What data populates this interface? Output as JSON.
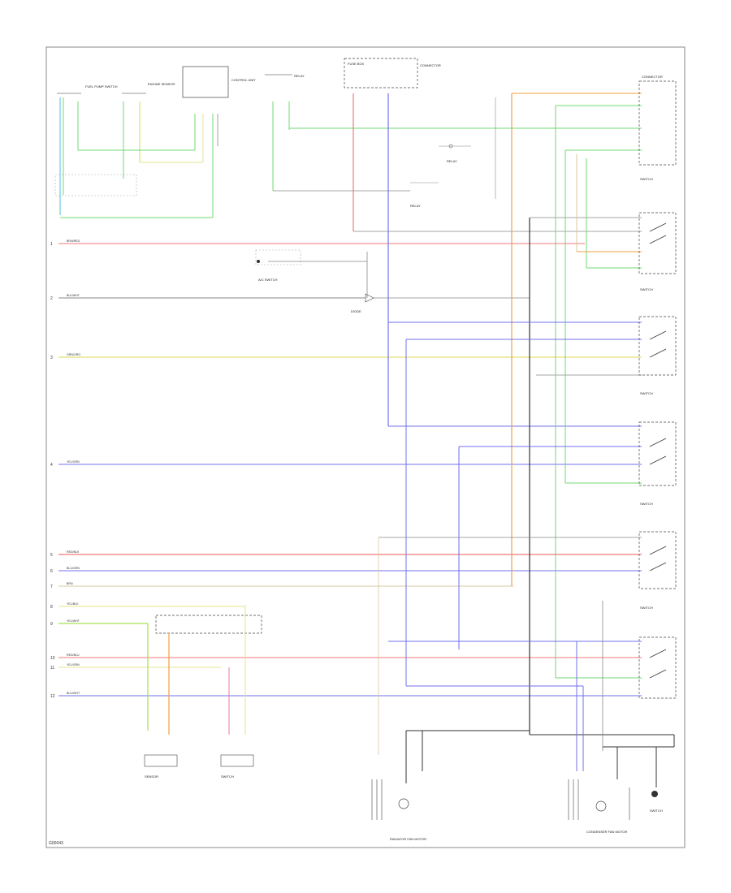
{
  "footer_id": "G00043",
  "colors": {
    "red": "#f07878",
    "blue": "#7070ee",
    "yellow": "#d8d850",
    "green": "#70d870",
    "orange": "#f0a040",
    "gray": "#888888",
    "black": "#333333",
    "pink": "#e87898",
    "tan": "#d8c8a0",
    "lightblue": "#70c8e8"
  },
  "row_wires": [
    {
      "ref": "1",
      "code": "BRN/RED"
    },
    {
      "ref": "2",
      "code": "BLK/WHT"
    },
    {
      "ref": "3",
      "code": "GRN/ORG"
    },
    {
      "ref": "4",
      "code": "YEL/GRN"
    },
    {
      "ref": "5",
      "code": "RED/BLK"
    },
    {
      "ref": "6",
      "code": "BLU/GRN"
    },
    {
      "ref": "7",
      "code": "BRN"
    },
    {
      "ref": "8",
      "code": "YEL/BLK"
    },
    {
      "ref": "9",
      "code": "YEL/WHT"
    },
    {
      "ref": "10",
      "code": "RED/BLU"
    },
    {
      "ref": "11",
      "code": "YEL/GRN"
    },
    {
      "ref": "12",
      "code": "BLU/WHT"
    }
  ],
  "top_components": [
    {
      "id": "c1",
      "label": "FUEL PUMP SWITCH"
    },
    {
      "id": "c2",
      "label": "ENGINE SENSOR"
    },
    {
      "id": "c3",
      "label": "CONTROL UNIT"
    },
    {
      "id": "c4",
      "label": "RELAY"
    },
    {
      "id": "c5",
      "label": "FUSE BOX"
    },
    {
      "id": "c6",
      "label": "CONNECTOR"
    }
  ],
  "right_components": [
    {
      "id": "r1",
      "label": "CONNECTOR"
    },
    {
      "id": "r2",
      "label": "SWITCH"
    },
    {
      "id": "r3",
      "label": "SWITCH"
    },
    {
      "id": "r4",
      "label": "SWITCH"
    },
    {
      "id": "r5",
      "label": "SWITCH"
    },
    {
      "id": "r6",
      "label": "SWITCH"
    }
  ],
  "bottom_components": [
    {
      "id": "b1",
      "label": "SENSOR"
    },
    {
      "id": "b2",
      "label": "SWITCH"
    },
    {
      "id": "b3",
      "label": "RADIATOR FAN MOTOR"
    },
    {
      "id": "b4",
      "label": "CONDENSER FAN MOTOR"
    },
    {
      "id": "b5",
      "label": "SWITCH"
    }
  ],
  "mid_components": [
    {
      "id": "m1",
      "label": "A/C SWITCH"
    },
    {
      "id": "m2",
      "label": "DIODE"
    },
    {
      "id": "m3",
      "label": "RELAY"
    }
  ]
}
